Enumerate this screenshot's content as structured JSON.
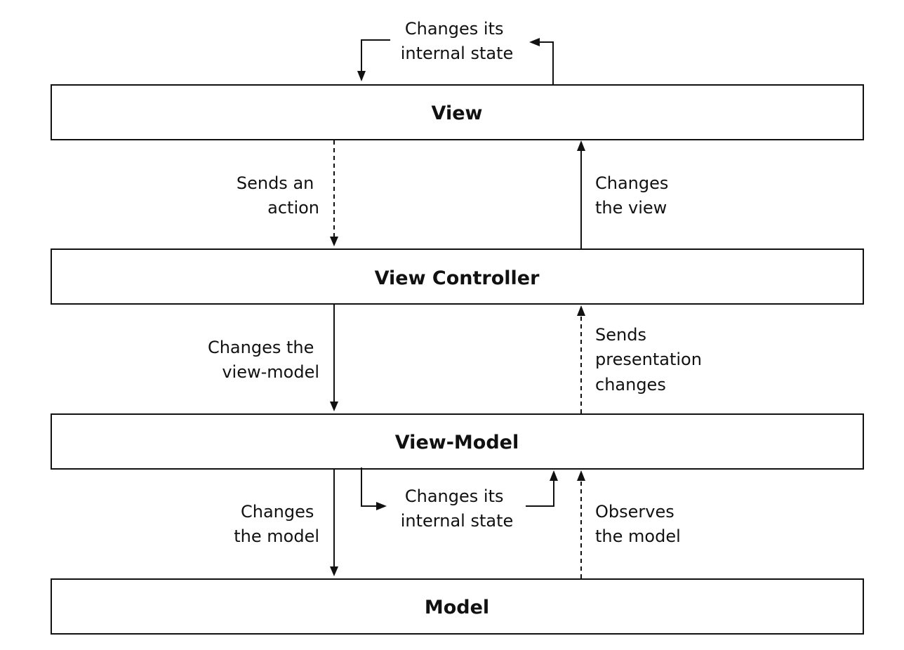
{
  "nodes": {
    "view": {
      "label": "View"
    },
    "view_controller": {
      "label": "View Controller"
    },
    "view_model": {
      "label": "View-Model"
    },
    "model": {
      "label": "Model"
    }
  },
  "edges": {
    "view_self": {
      "from": "View",
      "to": "View",
      "style": "solid",
      "lines": [
        "Changes its",
        "internal state"
      ]
    },
    "view_to_controller": {
      "from": "View",
      "to": "View Controller",
      "style": "dashed",
      "lines": [
        "Sends an",
        "action"
      ]
    },
    "controller_to_view": {
      "from": "View Controller",
      "to": "View",
      "style": "solid",
      "lines": [
        "Changes",
        "the view"
      ]
    },
    "controller_to_viewmodel": {
      "from": "View Controller",
      "to": "View-Model",
      "style": "solid",
      "lines": [
        "Changes the",
        "view-model"
      ]
    },
    "viewmodel_to_controller": {
      "from": "View-Model",
      "to": "View Controller",
      "style": "dashed",
      "lines": [
        "Sends",
        "presentation",
        "changes"
      ]
    },
    "viewmodel_self": {
      "from": "View-Model",
      "to": "View-Model",
      "style": "solid",
      "lines": [
        "Changes its",
        "internal state"
      ]
    },
    "viewmodel_to_model": {
      "from": "View-Model",
      "to": "Model",
      "style": "solid",
      "lines": [
        "Changes",
        "the model"
      ]
    },
    "model_to_viewmodel": {
      "from": "Model",
      "to": "View-Model",
      "style": "dashed",
      "lines": [
        "Observes",
        "the model"
      ]
    }
  },
  "colors": {
    "stroke": "#111111",
    "background": "#ffffff"
  }
}
